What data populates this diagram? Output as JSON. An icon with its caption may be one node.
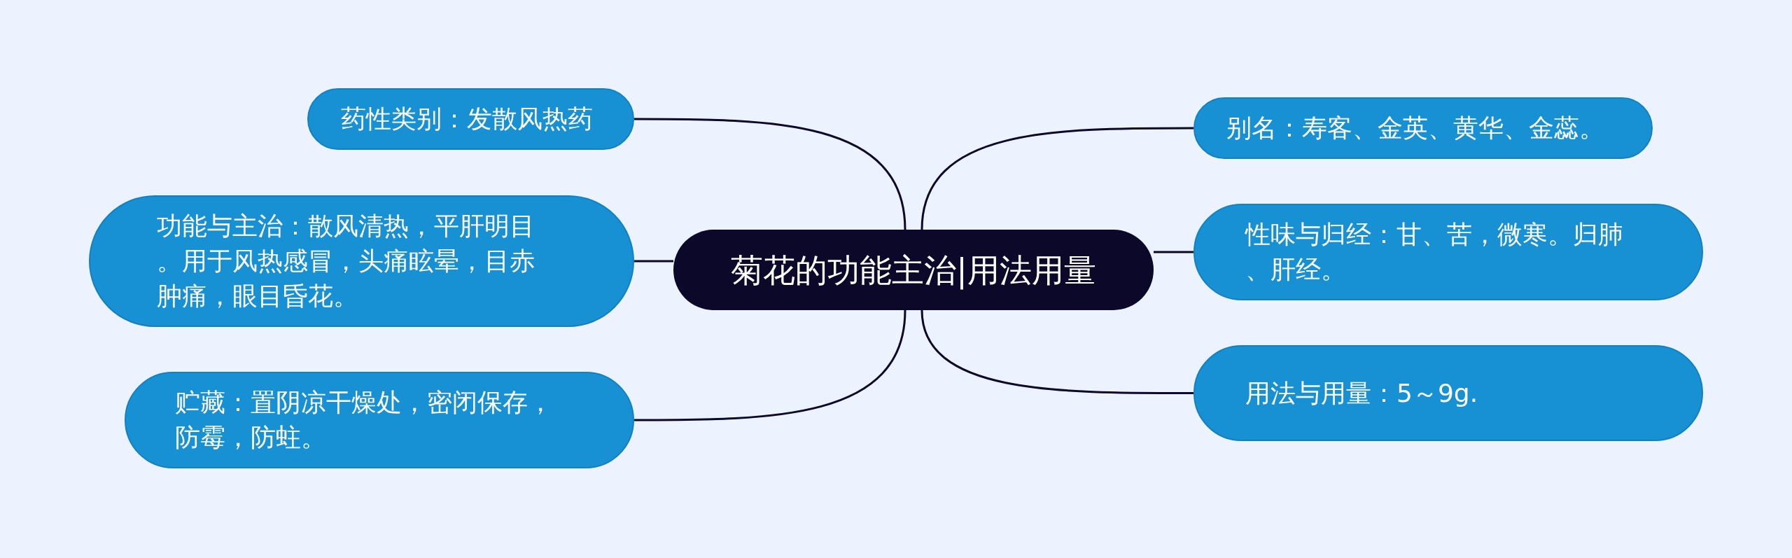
{
  "diagram": {
    "nodes": [
      {
        "text": [
          "菊花的功能主治|用法用量"
        ]
      },
      {
        "text": [
          "药性类别：发散风热药"
        ]
      },
      {
        "text": [
          "功能与主治：散风清热，平肝明目。用于风热感冒，头痛眩晕，目赤肿痛，眼目昏花。"
        ]
      },
      {
        "text": [
          "贮藏：置阴凉干燥处，密闭保存，防霉，防蛀。"
        ]
      },
      {
        "text": [
          "别名：寿客、金英、黄华、金蕊。"
        ]
      },
      {
        "text": [
          "性味与归经：甘、苦，微寒。归肺、肝经。"
        ]
      },
      {
        "text": [
          "用法与用量：5～9g."
        ]
      }
    ],
    "edges": [
      {
        "from": 0,
        "to": 1,
        "arrow": "none"
      },
      {
        "from": 0,
        "to": 2,
        "arrow": "none"
      },
      {
        "from": 0,
        "to": 3,
        "arrow": "none"
      },
      {
        "from": 0,
        "to": 4,
        "arrow": "none"
      },
      {
        "from": 0,
        "to": 5,
        "arrow": "none"
      },
      {
        "from": 0,
        "to": 6,
        "arrow": "none"
      }
    ]
  }
}
